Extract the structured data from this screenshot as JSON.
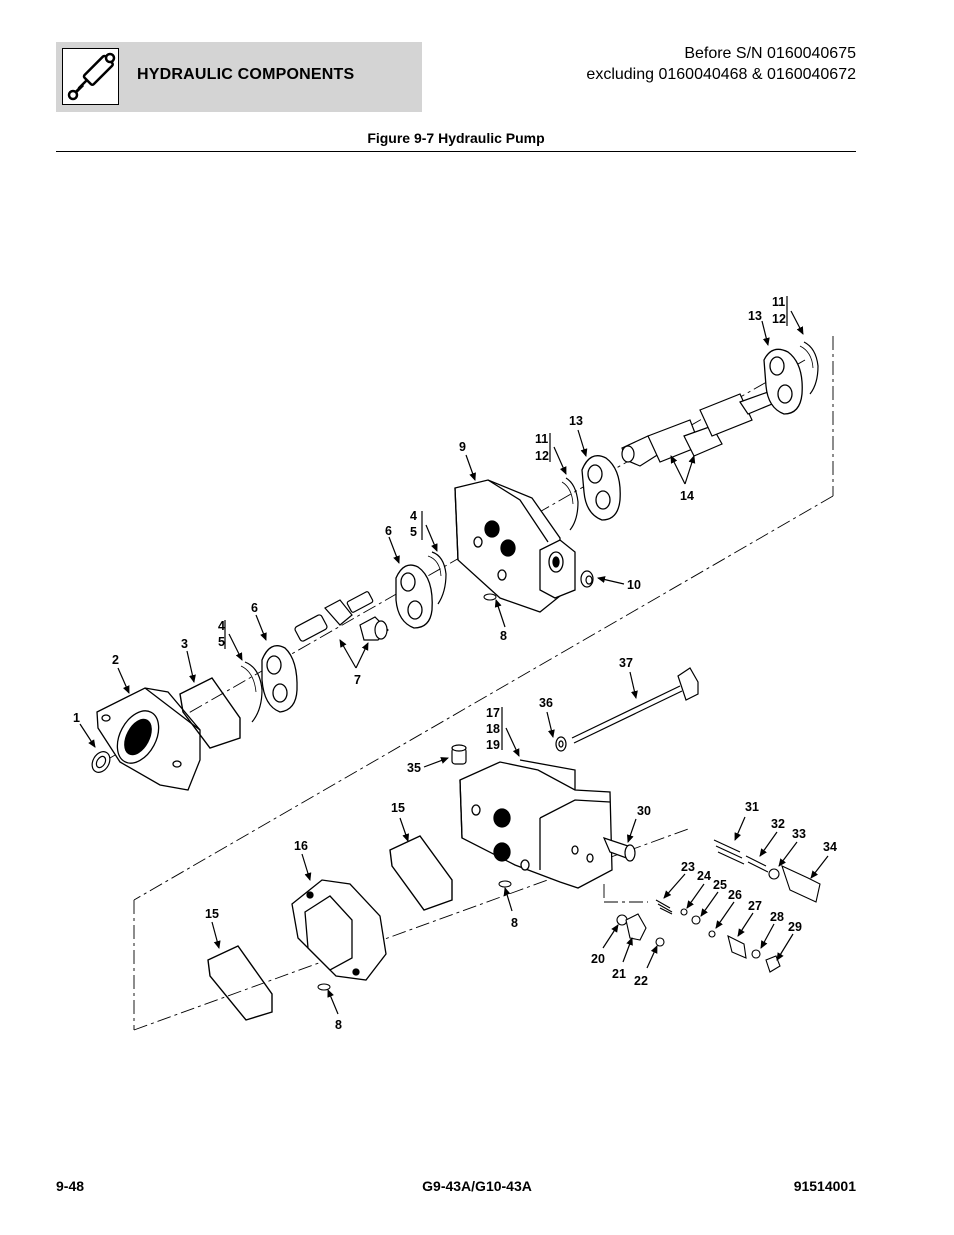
{
  "header": {
    "section_title": "HYDRAULIC COMPONENTS",
    "serial_line1": "Before S/N 0160040675",
    "serial_line2": "excluding 0160040468 & 0160040672"
  },
  "figure": {
    "title": "Figure 9-7 Hydraulic Pump"
  },
  "callouts": {
    "c1": "1",
    "c2": "2",
    "c3": "3",
    "c4a": "4",
    "c5a": "5",
    "c4b": "4",
    "c5b": "5",
    "c6a": "6",
    "c6b": "6",
    "c7": "7",
    "c8a": "8",
    "c8b": "8",
    "c8c": "8",
    "c9": "9",
    "c10": "10",
    "c11a": "11",
    "c12a": "12",
    "c11b": "11",
    "c12b": "12",
    "c13a": "13",
    "c13b": "13",
    "c14": "14",
    "c15a": "15",
    "c15b": "15",
    "c16": "16",
    "c17": "17",
    "c18": "18",
    "c19": "19",
    "c20": "20",
    "c21": "21",
    "c22": "22",
    "c23": "23",
    "c24": "24",
    "c25": "25",
    "c26": "26",
    "c27": "27",
    "c28": "28",
    "c29": "29",
    "c30": "30",
    "c31": "31",
    "c32": "32",
    "c33": "33",
    "c34": "34",
    "c35": "35",
    "c36": "36",
    "c37": "37"
  },
  "footer": {
    "page_number": "9-48",
    "model": "G9-43A/G10-43A",
    "doc_number": "91514001"
  }
}
